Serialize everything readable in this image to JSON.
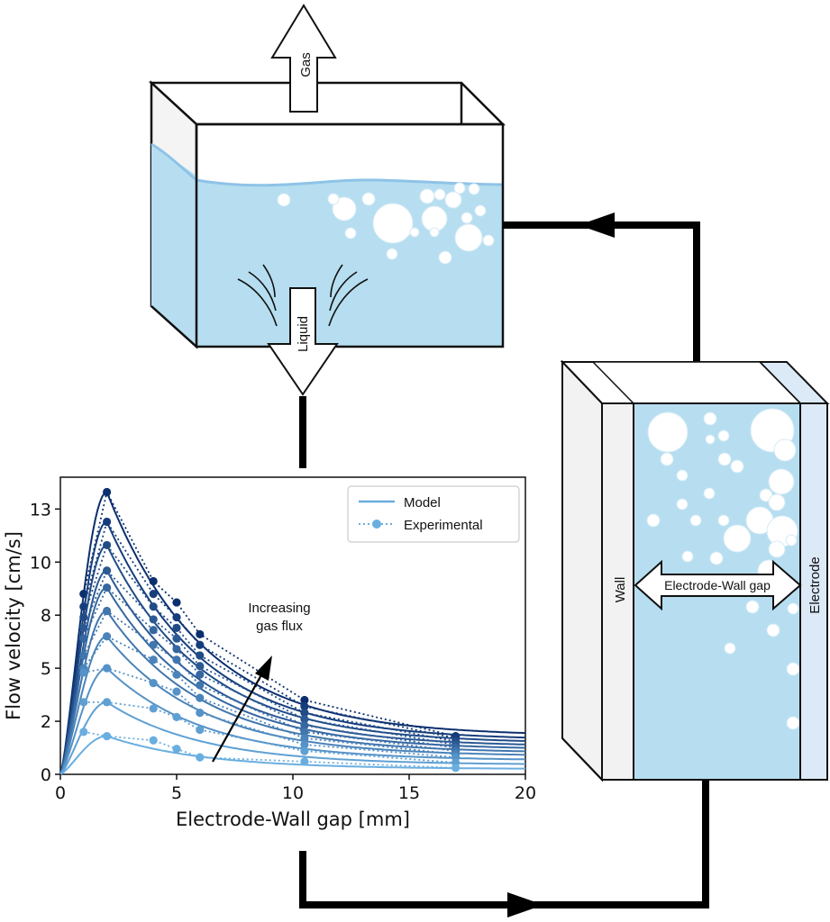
{
  "labels": {
    "gas": "Gas",
    "liquid": "Liquid",
    "wall": "Wall",
    "electrode": "Electrode",
    "gap": "Electrode-Wall gap",
    "annotation_line1": "Increasing",
    "annotation_line2": "gas flux"
  },
  "colors": {
    "liquid": "#b6def0",
    "liquid_surface": "#8ec3e8",
    "wall_face": "#f2f2f2",
    "electrode_face": "#dce9f7",
    "series_dark": "#0b2f6e",
    "series_light": "#6aaee0"
  },
  "chart_data": {
    "type": "line",
    "xlabel": "Electrode-Wall gap [mm]",
    "ylabel": "Flow velocity [cm/s]",
    "xlim": [
      0,
      20
    ],
    "ylim": [
      0,
      14
    ],
    "xticks": [
      "0",
      "5",
      "10",
      "15",
      "20"
    ],
    "yticks": [
      "0",
      "2",
      "5",
      "8",
      "10",
      "13"
    ],
    "ytick_values": [
      0,
      2.5,
      5,
      7.5,
      10,
      12.5
    ],
    "legend": [
      "Model",
      "Experimental"
    ],
    "legend_position": "top-right",
    "exp_x": [
      1,
      2,
      4,
      5,
      6,
      10.5,
      17
    ],
    "series": [
      {
        "model_peak": 13.3,
        "model_end": 1.8,
        "exp": [
          8.5,
          13.3,
          9.1,
          8.1,
          6.6,
          3.5,
          1.8
        ]
      },
      {
        "model_peak": 11.9,
        "model_end": 1.6,
        "exp": [
          7.9,
          11.9,
          8.5,
          7.4,
          6.1,
          3.2,
          1.7
        ]
      },
      {
        "model_peak": 10.8,
        "model_end": 1.45,
        "exp": [
          7.4,
          10.8,
          7.9,
          6.9,
          5.6,
          2.9,
          1.55
        ]
      },
      {
        "model_peak": 9.6,
        "model_end": 1.3,
        "exp": [
          6.9,
          9.6,
          7.3,
          6.4,
          5.1,
          2.6,
          1.4
        ]
      },
      {
        "model_peak": 8.8,
        "model_end": 1.15,
        "exp": [
          6.4,
          8.8,
          6.8,
          5.9,
          4.7,
          2.3,
          1.25
        ]
      },
      {
        "model_peak": 7.7,
        "model_end": 1.0,
        "exp": [
          5.6,
          7.7,
          6.1,
          5.4,
          4.2,
          2.0,
          1.1
        ]
      },
      {
        "model_peak": 6.5,
        "model_end": 0.85,
        "exp": [
          5.0,
          6.5,
          5.4,
          4.7,
          3.6,
          1.7,
          0.95
        ]
      },
      {
        "model_peak": 5.0,
        "model_end": 0.65,
        "exp": [
          4.8,
          5.0,
          4.3,
          3.9,
          2.9,
          1.4,
          0.8
        ]
      },
      {
        "model_peak": 3.4,
        "model_end": 0.45,
        "exp": [
          3.4,
          3.4,
          3.1,
          2.7,
          2.1,
          1.1,
          0.55
        ]
      },
      {
        "model_peak": 1.8,
        "model_end": 0.25,
        "exp": [
          2.0,
          1.8,
          1.6,
          1.2,
          0.8,
          0.6,
          0.3
        ]
      }
    ]
  }
}
